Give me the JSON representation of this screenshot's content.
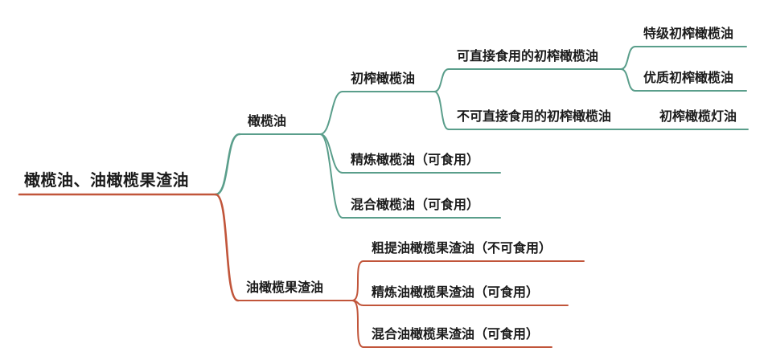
{
  "colors": {
    "green": "#5a9e8b",
    "red": "#c1553a",
    "text": "#1b1b1b",
    "bg": "#ffffff"
  },
  "diagram": {
    "type": "mindmap",
    "root": "橄榄油、油橄榄果渣油",
    "branches": [
      {
        "label": "橄榄油",
        "color": "#5a9e8b",
        "children": [
          {
            "label": "初榨橄榄油",
            "children": [
              {
                "label": "可直接食用的初榨橄榄油",
                "children": [
                  {
                    "label": "特级初榨橄榄油"
                  },
                  {
                    "label": "优质初榨橄榄油"
                  }
                ]
              },
              {
                "label": "不可直接食用的初榨橄榄油",
                "children": [
                  {
                    "label": "初榨橄榄灯油"
                  }
                ]
              }
            ]
          },
          {
            "label": "精炼橄榄油（可食用）"
          },
          {
            "label": "混合橄榄油（可食用）"
          }
        ]
      },
      {
        "label": "油橄榄果渣油",
        "color": "#c1553a",
        "children": [
          {
            "label": "粗提油橄榄果渣油（不可食用）"
          },
          {
            "label": "精炼油橄榄果渣油（可食用）"
          },
          {
            "label": "混合油橄榄果渣油（可食用）"
          }
        ]
      }
    ]
  },
  "nodes": {
    "root": {
      "label": "橄榄油、油橄榄果渣油"
    },
    "olive_oil": {
      "label": "橄榄油"
    },
    "virgin": {
      "label": "初榨橄榄油"
    },
    "edible_virgin": {
      "label": "可直接食用的初榨橄榄油"
    },
    "extra_virgin": {
      "label": "特级初榨橄榄油"
    },
    "fine_virgin": {
      "label": "优质初榨橄榄油"
    },
    "non_edible_virgin": {
      "label": "不可直接食用的初榨橄榄油"
    },
    "lampante": {
      "label": "初榨橄榄灯油"
    },
    "refined_olive": {
      "label": "精炼橄榄油（可食用）"
    },
    "blended_olive": {
      "label": "混合橄榄油（可食用）"
    },
    "pomace": {
      "label": "油橄榄果渣油"
    },
    "crude_pomace": {
      "label": "粗提油橄榄果渣油（不可食用）"
    },
    "refined_pomace": {
      "label": "精炼油橄榄果渣油（可食用）"
    },
    "blended_pomace": {
      "label": "混合油橄榄果渣油（可食用）"
    }
  }
}
